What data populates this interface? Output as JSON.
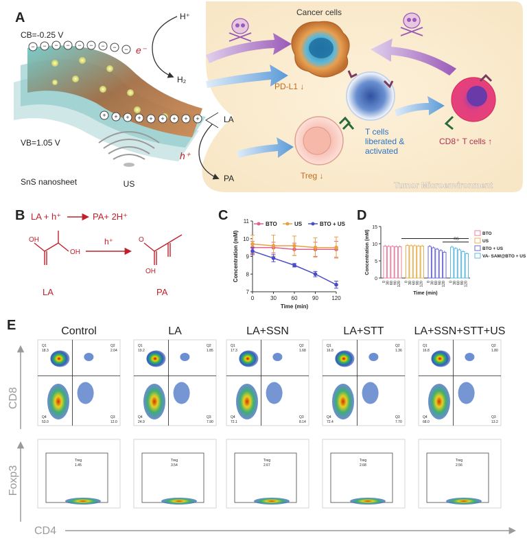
{
  "panel_a": {
    "letter": "A",
    "cb_label": "CB=-0.25 V",
    "vb_label": "VB=1.05 V",
    "electron_label": "e⁻",
    "hole_label": "h⁺",
    "h_plus": "H⁺",
    "h2": "H₂",
    "la": "LA",
    "pa": "PA",
    "nanosheet": "SnS nanosheet",
    "us": "US",
    "cancer_cells": "Cancer cells",
    "pdl1": "PD-L1 ↓",
    "t_cells_line1": "T cells",
    "t_cells_line2": "liberated &",
    "t_cells_line3": "activated",
    "cd8": "CD8⁺ T cells ↑",
    "treg": "Treg ↓",
    "tme": "Tumor Microenvironment",
    "colors": {
      "red": "#c0202a",
      "blue": "#2f72c0",
      "pink": "#b03050",
      "orange": "#c06a20"
    }
  },
  "panel_b": {
    "letter": "B",
    "reaction": "LA + h⁺",
    "products": "PA+ 2H⁺",
    "h_plus": "h⁺",
    "la": "LA",
    "pa": "PA",
    "oh1": "OH",
    "oh2": "OH",
    "o": "O",
    "oh3": "OH"
  },
  "panel_c": {
    "letter": "C",
    "chart_data": {
      "type": "line",
      "xlabel": "Time (min)",
      "ylabel": "Concentration (mM)",
      "x": [
        0,
        30,
        60,
        90,
        120
      ],
      "xlim": [
        0,
        120
      ],
      "ylim": [
        7,
        11
      ],
      "yticks": [
        7,
        8,
        9,
        10,
        11
      ],
      "legend": "top",
      "series": [
        {
          "name": "BTO",
          "color": "#e0608a",
          "values": [
            9.5,
            9.5,
            9.4,
            9.4,
            9.4
          ],
          "err": [
            0.35,
            0.3,
            0.35,
            0.4,
            0.45
          ]
        },
        {
          "name": "US",
          "color": "#e8a040",
          "values": [
            9.7,
            9.6,
            9.6,
            9.5,
            9.5
          ],
          "err": [
            0.5,
            0.6,
            0.55,
            0.55,
            0.6
          ]
        },
        {
          "name": "BTO + US",
          "color": "#4b4bc8",
          "values": [
            9.3,
            8.9,
            8.5,
            8.0,
            7.4
          ],
          "err": [
            0.2,
            0.2,
            0.1,
            0.15,
            0.2
          ]
        }
      ]
    }
  },
  "panel_d": {
    "letter": "D",
    "ns": "ns",
    "chart_data": {
      "type": "bar",
      "xlabel": "Time (min)",
      "ylabel": "Concentration (mM)",
      "ylim": [
        0,
        15
      ],
      "yticks": [
        0,
        5,
        10,
        15
      ],
      "categories": [
        "0",
        "30",
        "60",
        "90",
        "120"
      ],
      "legend": "right",
      "series": [
        {
          "name": "BTO",
          "color": "#e880a0",
          "values": [
            9.3,
            9.2,
            9.2,
            9.1,
            9.1
          ]
        },
        {
          "name": "US",
          "color": "#e8b050",
          "values": [
            9.5,
            9.4,
            9.4,
            9.3,
            9.3
          ]
        },
        {
          "name": "BTO + US",
          "color": "#6a6ad8",
          "values": [
            9.2,
            8.8,
            8.4,
            8.0,
            7.5
          ]
        },
        {
          "name": "VA- SAM@BTO + US",
          "color": "#60b8e0",
          "values": [
            9.0,
            8.6,
            8.2,
            7.7,
            7.1
          ]
        }
      ]
    }
  },
  "panel_e": {
    "letter": "E",
    "groups": [
      "Control",
      "LA",
      "LA+SSN",
      "LA+STT",
      "LA+SSN+STT+US"
    ],
    "ylabel_top": "CD8",
    "ylabel_bottom": "Foxp3",
    "xlabel": "CD4",
    "quadrants": [
      {
        "q1": "Q1",
        "q2": "Q2",
        "q3": "Q3",
        "q4": "Q4",
        "v1": "18.3",
        "v2": "2.04",
        "v3": "12.0",
        "v4": "53.0"
      },
      {
        "q1": "Q1",
        "q2": "Q2",
        "q3": "Q3",
        "q4": "Q4",
        "v1": "19.2",
        "v2": "1.85",
        "v3": "7.90",
        "v4": "24.9"
      },
      {
        "q1": "Q1",
        "q2": "Q2",
        "q3": "Q3",
        "q4": "Q4",
        "v1": "17.3",
        "v2": "1.68",
        "v3": "8.14",
        "v4": "72.1"
      },
      {
        "q1": "Q1",
        "q2": "Q2",
        "q3": "Q3",
        "q4": "Q4",
        "v1": "16.8",
        "v2": "1.36",
        "v3": "7.70",
        "v4": "72.4"
      },
      {
        "q1": "Q1",
        "q2": "Q2",
        "q3": "Q3",
        "q4": "Q4",
        "v1": "16.8",
        "v2": "1.80",
        "v3": "13.2",
        "v4": "68.0"
      }
    ],
    "treg": [
      {
        "label": "Treg",
        "value": "1.45"
      },
      {
        "label": "Treg",
        "value": "3.54"
      },
      {
        "label": "Treg",
        "value": "2.67"
      },
      {
        "label": "Treg",
        "value": "2.68"
      },
      {
        "label": "Treg",
        "value": "2.56"
      }
    ]
  }
}
